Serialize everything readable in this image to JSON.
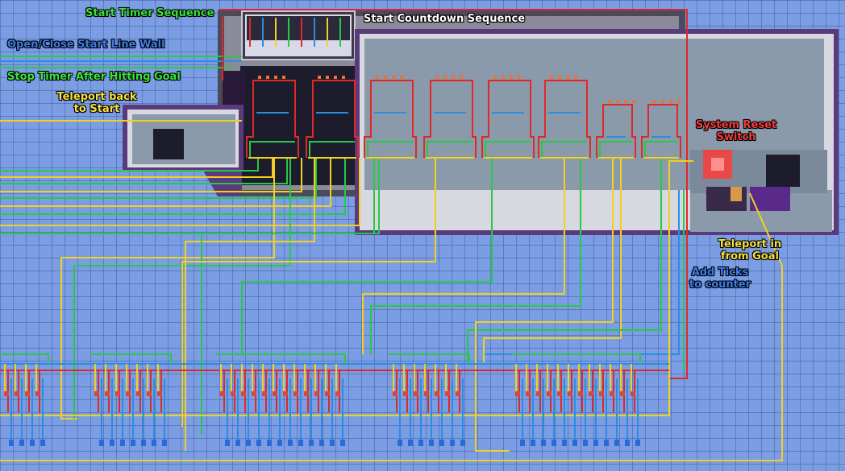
{
  "scene": {
    "colors": {
      "background": "#7b9de4",
      "wire_red": "#e02828",
      "wire_green": "#28c848",
      "wire_blue": "#2a8ee0",
      "wire_yellow": "#f0d020",
      "block_dark": "#1c1c2c",
      "block_wall": "#8a8a9a",
      "block_purple": "#7a2c9c"
    }
  },
  "annotations": {
    "start_timer": "Start Timer Sequence",
    "start_countdown": "Start Countdown Sequence",
    "open_close_wall": "Open/Close Start Line Wall",
    "stop_timer": "Stop Timer After Hitting Goal",
    "teleport_back_1": "Teleport back",
    "teleport_back_2": "to Start",
    "system_reset_1": "System Reset",
    "system_reset_2": "Switch",
    "teleport_in_1": "Teleport in",
    "teleport_in_2": "from Goal",
    "add_ticks_1": "Add Ticks",
    "add_ticks_2": "to counter"
  }
}
